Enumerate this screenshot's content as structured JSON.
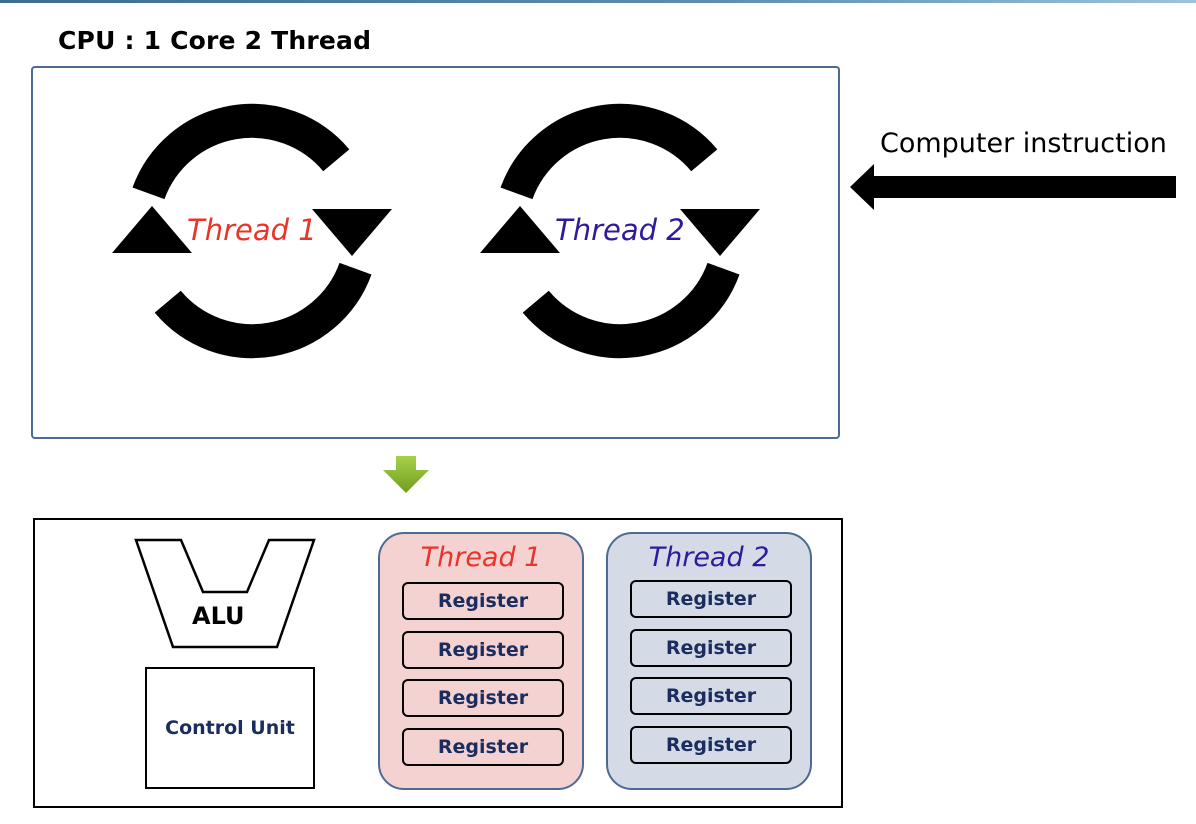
{
  "heading": "CPU : 1 Core 2 Thread",
  "instruction_label": "Computer instruction",
  "threads": [
    {
      "label": "Thread 1",
      "color": "#e8342b"
    },
    {
      "label": "Thread 2",
      "color": "#2e1a9c"
    }
  ],
  "core": {
    "alu_label": "ALU",
    "control_unit_label": "Control Unit",
    "panels": [
      {
        "title": "Thread 1",
        "title_color": "#e8342b",
        "fill": "#f4d2d2",
        "registers": [
          "Register",
          "Register",
          "Register",
          "Register"
        ]
      },
      {
        "title": "Thread 2",
        "title_color": "#2e1a9c",
        "fill": "#d4dbe6",
        "registers": [
          "Register",
          "Register",
          "Register",
          "Register"
        ]
      }
    ]
  },
  "colors": {
    "frame_border": "#4c6a92",
    "register_text": "#1b2d5e",
    "down_arrow": "#8cbf2a"
  },
  "icons": [
    "cycle-arrows-icon",
    "left-arrow-icon",
    "down-arrow-icon"
  ]
}
